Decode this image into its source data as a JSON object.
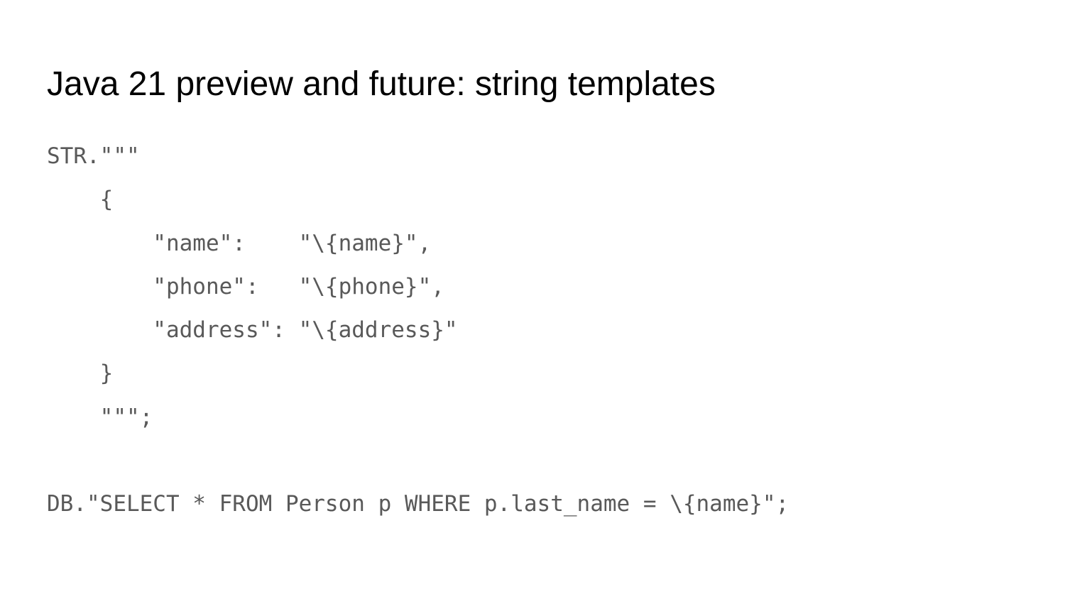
{
  "slide": {
    "title": "Java 21 preview and future: string templates",
    "code_lines": [
      "STR.\"\"\"",
      "    {",
      "        \"name\":    \"\\{name}\",",
      "        \"phone\":   \"\\{phone}\",",
      "        \"address\": \"\\{address}\"",
      "    }",
      "    \"\"\";",
      "",
      "DB.\"SELECT * FROM Person p WHERE p.last_name = \\{name}\";"
    ]
  },
  "colors": {
    "background": "#ffffff",
    "title_text": "#000000",
    "code_text": "#595959"
  }
}
